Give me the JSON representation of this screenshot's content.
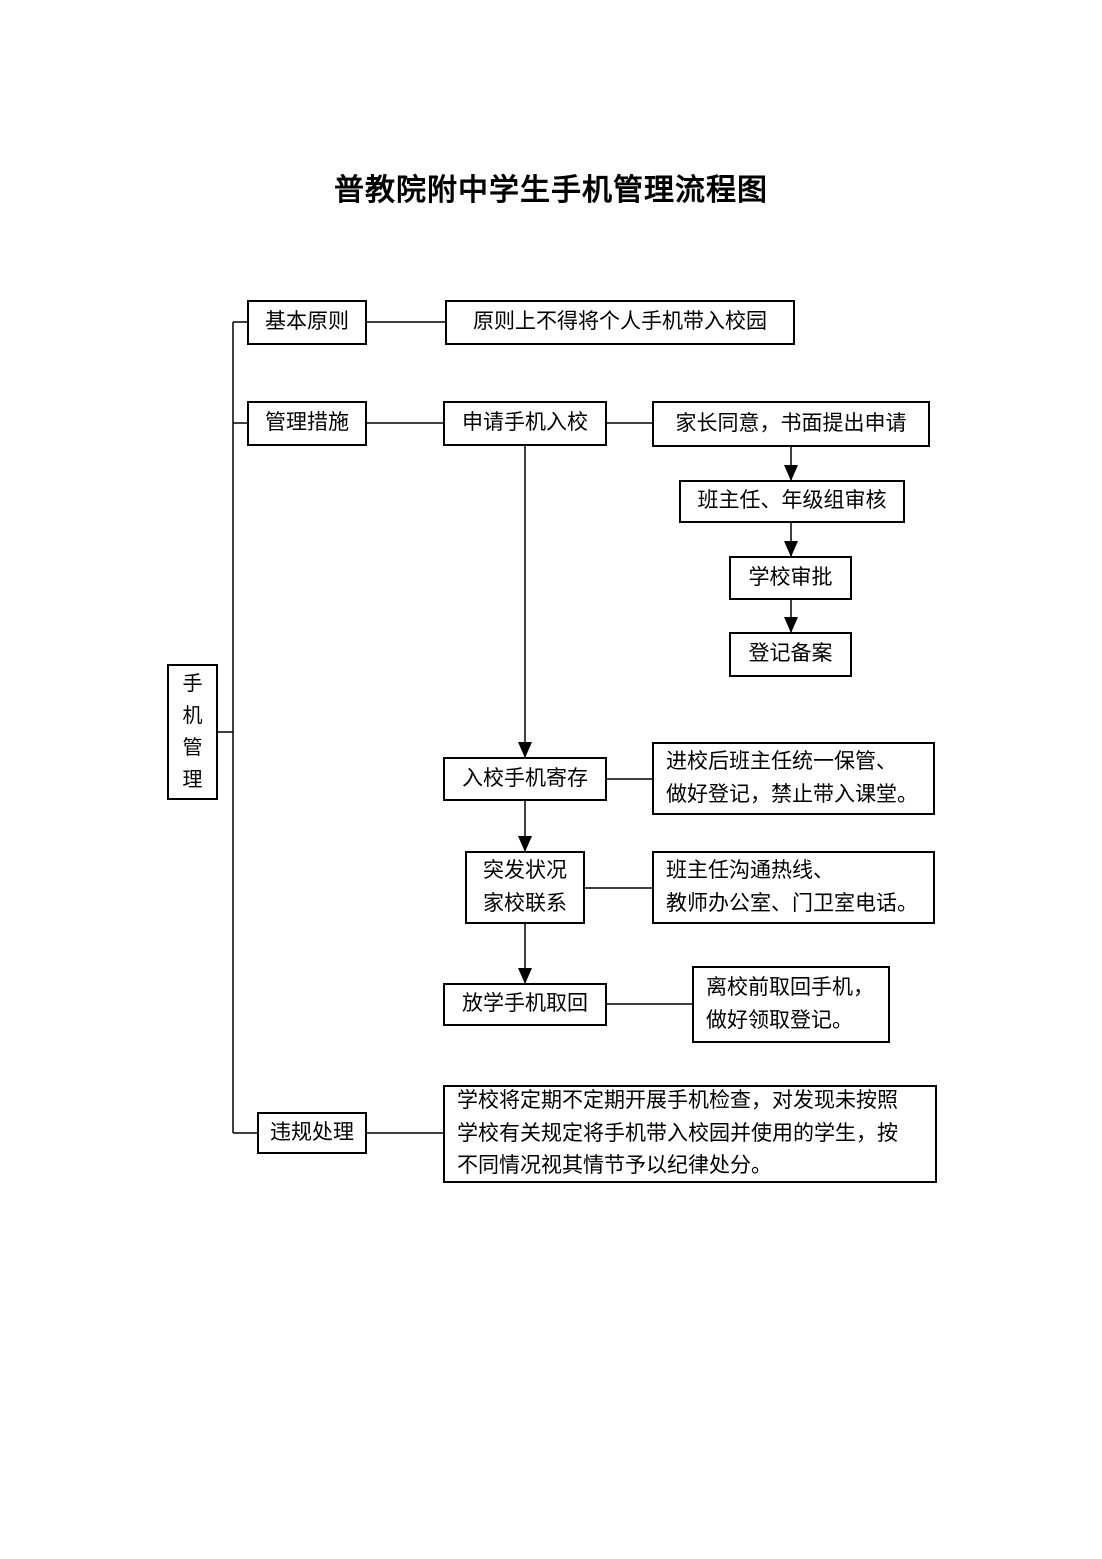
{
  "title": "普教院附中学生手机管理流程图",
  "nodes": {
    "root": "手\n机\n管\n理",
    "basic_principle": "基本原则",
    "basic_principle_detail": "原则上不得将个人手机带入校园",
    "management": "管理措施",
    "apply": "申请手机入校",
    "parent_consent": "家长同意，书面提出申请",
    "review": "班主任、年级组审核",
    "school_approval": "学校审批",
    "registration": "登记备案",
    "storage": "入校手机寄存",
    "storage_detail": "进校后班主任统一保管、\n做好登记，禁止带入课堂。",
    "emergency": "突发状况\n家校联系",
    "emergency_detail": "班主任沟通热线、\n教师办公室、门卫室电话。",
    "retrieve": "放学手机取回",
    "retrieve_detail": "离校前取回手机，\n做好领取登记。",
    "violation": "违规处理",
    "violation_detail": "学校将定期不定期开展手机检查，对发现未按照\n学校有关规定将手机带入校园并使用的学生，按\n不同情况视其情节予以纪律处分。"
  },
  "colors": {
    "line": "#000000",
    "border": "#000000",
    "background": "#ffffff",
    "text": "#000000"
  }
}
